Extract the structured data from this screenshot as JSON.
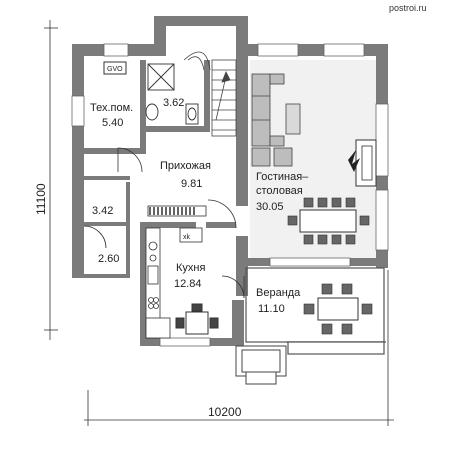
{
  "watermark": "postroi.ru",
  "dimensions": {
    "width": "10200",
    "height": "11100"
  },
  "rooms": [
    {
      "id": "tech",
      "name": "Тех.пом.",
      "area": "5.40"
    },
    {
      "id": "wc",
      "name": "",
      "area": "3.62"
    },
    {
      "id": "hall",
      "name": "Прихожая",
      "area": "9.81"
    },
    {
      "id": "living",
      "name": "Гостиная–",
      "name2": "столовая",
      "area": "30.05"
    },
    {
      "id": "room342",
      "name": "",
      "area": "3.42"
    },
    {
      "id": "room260",
      "name": "",
      "area": "2.60"
    },
    {
      "id": "kitchen",
      "name": "Кухня",
      "area": "12.84"
    },
    {
      "id": "veranda",
      "name": "Веранда",
      "area": "11.10"
    }
  ],
  "labels": {
    "boiler": "GVO",
    "fridge": "xk"
  },
  "colors": {
    "wall": "#7a7a7a",
    "floor_light": "#ffffff",
    "floor_living": "#f2f2f2",
    "ink": "#222222"
  }
}
